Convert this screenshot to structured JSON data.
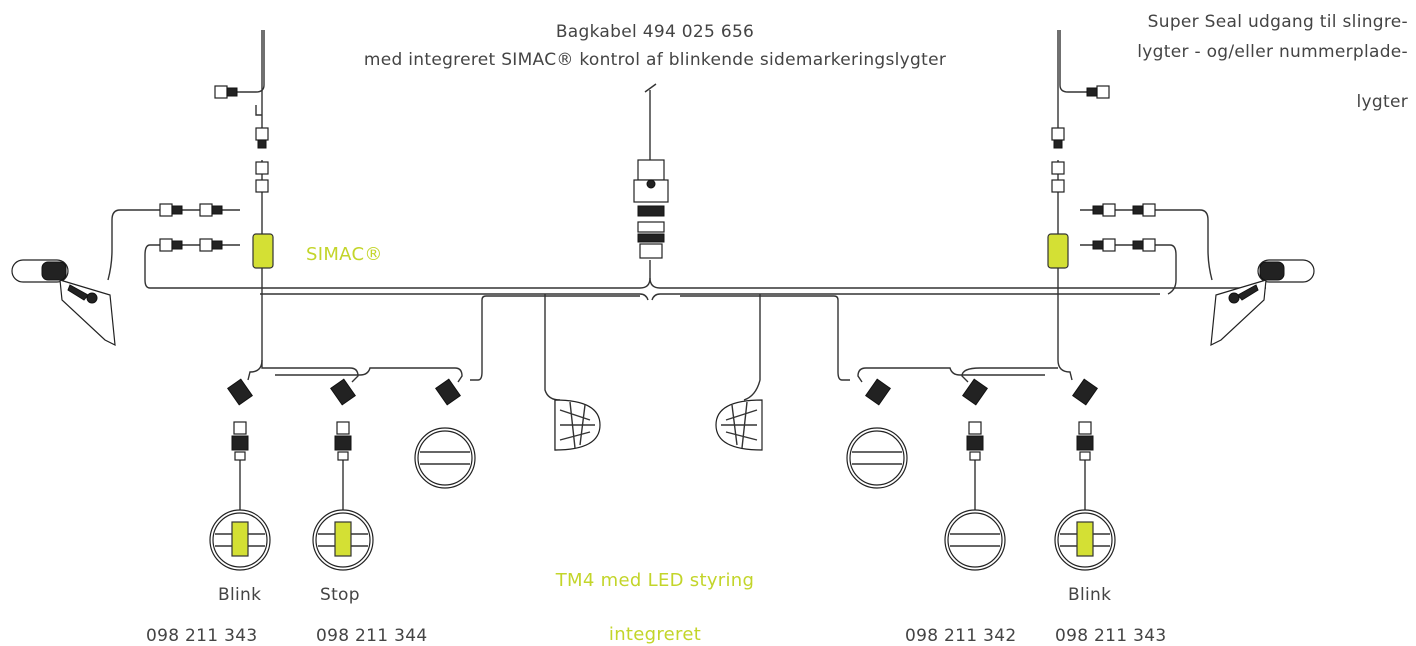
{
  "colors": {
    "accent": "#d4e034",
    "text": "#444444",
    "line": "#333333"
  },
  "labels": {
    "top_cable_line1": "Bagkabel 494 025 656",
    "top_cable_line2": "med integreret SIMAC® kontrol af blinkende sidemarkeringslygter",
    "super_seal_line1": "Super Seal udgang til slingre-",
    "super_seal_line2": "lygter - og/eller nummerplade-",
    "super_seal_line3": "lygter",
    "simac": "SIMAC®",
    "tm4_line1": "TM4 med LED styring",
    "tm4_line2": "integreret",
    "blink_left": "Blink",
    "stop_left": "Stop",
    "blink_right": "Blink",
    "part_left_blink": "098 211 343",
    "part_left_stop": "098 211 344",
    "part_right_1": "098 211 342",
    "part_right_blink": "098 211 343"
  },
  "icons": [
    "marker-lamp-icon",
    "connector-icon",
    "rear-lamp-icon",
    "side-lamp-icon",
    "simac-module-icon"
  ]
}
